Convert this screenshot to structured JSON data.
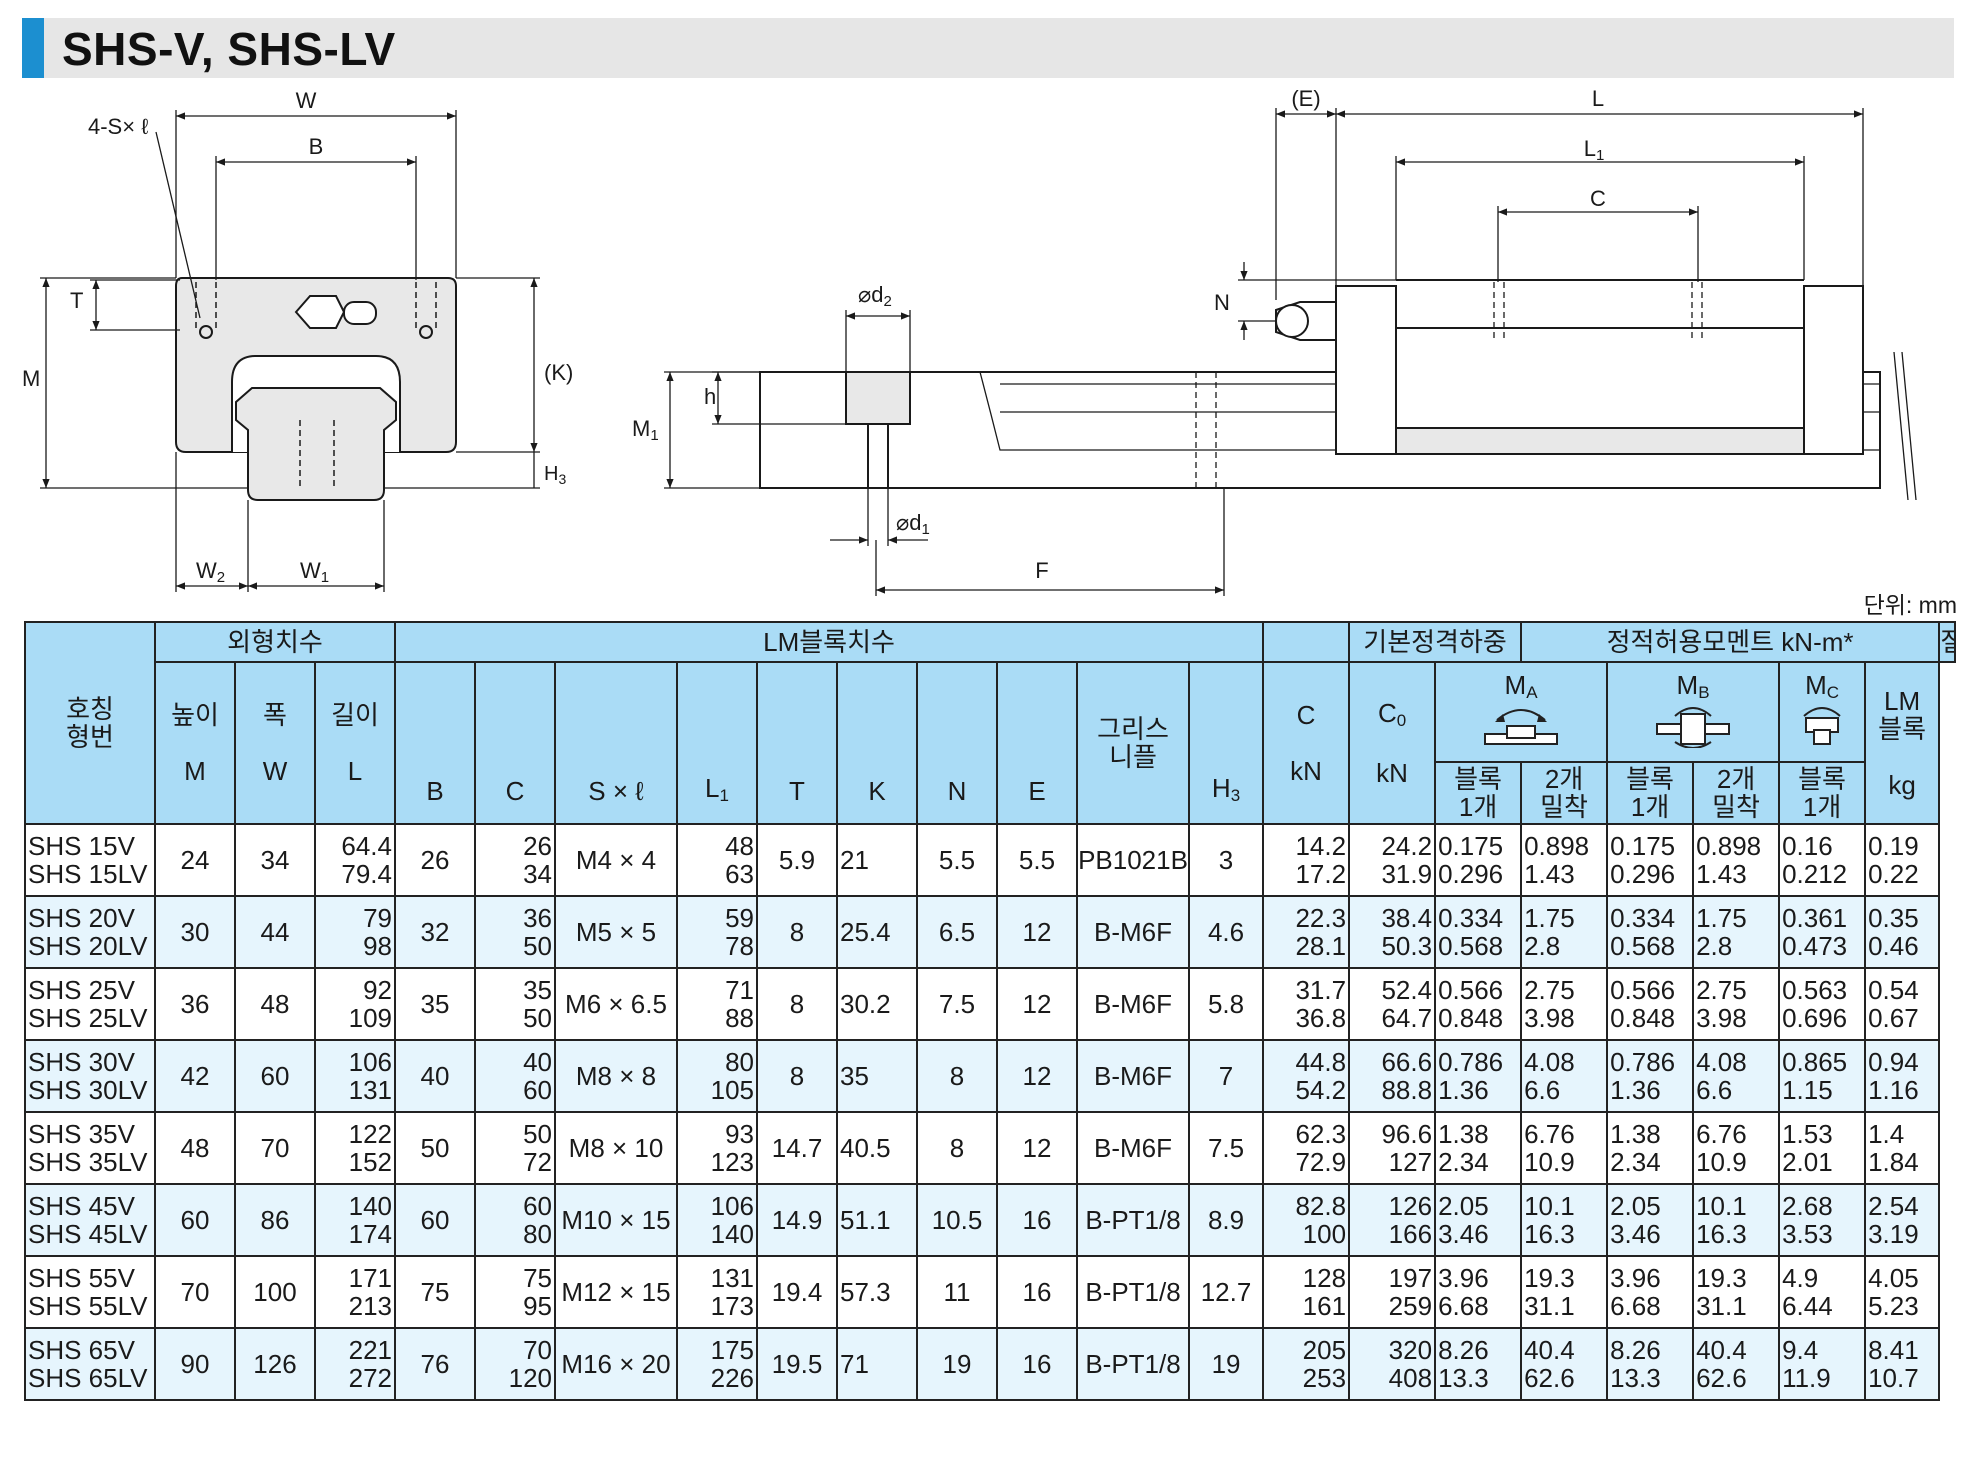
{
  "title": "SHS-V, SHS-LV",
  "unit_label": "단위: mm",
  "drawing_labels": {
    "W": "W",
    "B": "B",
    "S": "4-S× ℓ",
    "T": "T",
    "M": "M",
    "K": "(K)",
    "H3": "H",
    "H3_sub": "3",
    "W2": "W",
    "W2_sub": "2",
    "W1": "W",
    "W1_sub": "1",
    "d2": "⌀d",
    "d2_sub": "2",
    "h": "h",
    "M1": "M",
    "M1_sub": "1",
    "d1": "⌀d",
    "d1_sub": "1",
    "F": "F",
    "E": "(E)",
    "L": "L",
    "L1": "L",
    "L1_sub": "1",
    "C": "C",
    "N": "N"
  },
  "table": {
    "header": {
      "model": "호칭\n형번",
      "outer_dims": "외형치수",
      "block_dims": "LM블록치수",
      "load_rating": "기본정격하중",
      "moment": "정적허용모멘트 kN-m*",
      "mass": "질량",
      "height": "높이",
      "width": "폭",
      "length": "길이",
      "grease": "그리스\n니플",
      "col_M": "M",
      "col_W": "W",
      "col_L": "L",
      "col_B": "B",
      "col_C": "C",
      "col_S": "S × ℓ",
      "col_L1": "L",
      "col_L1_sub": "1",
      "col_T": "T",
      "col_K": "K",
      "col_N": "N",
      "col_E": "E",
      "col_H3": "H",
      "col_H3_sub": "3",
      "col_Crate": "C",
      "col_C0": "C",
      "col_C0_sub": "0",
      "kN1": "kN",
      "kN2": "kN",
      "MA": "M",
      "MA_sub": "A",
      "MB": "M",
      "MB_sub": "B",
      "MC": "M",
      "MC_sub": "C",
      "block1_a": "블록\n1개",
      "block2_a": "2개\n밀착",
      "block1_b": "블록\n1개",
      "block2_b": "2개\n밀착",
      "block1_c": "블록\n1개",
      "lm_block": "LM\n블록",
      "kg": "kg"
    },
    "rows": [
      {
        "model": "SHS 15V\nSHS 15LV",
        "M": "24",
        "W": "34",
        "L": "64.4\n79.4",
        "B": "26",
        "C": "26\n34",
        "S": "M4 × 4",
        "L1": "48\n63",
        "T": "5.9",
        "K": "21",
        "N": "5.5",
        "E": "5.5",
        "grease": "PB1021B",
        "H3": "3",
        "Cr": "14.2\n17.2",
        "C0": "24.2\n31.9",
        "MA1": "0.175\n0.296",
        "MA2": "0.898\n1.43",
        "MB1": "0.175\n0.296",
        "MB2": "0.898\n1.43",
        "MC1": "0.16\n0.212",
        "kg": "0.19\n0.22"
      },
      {
        "model": "SHS 20V\nSHS 20LV",
        "M": "30",
        "W": "44",
        "L": "79\n98",
        "B": "32",
        "C": "36\n50",
        "S": "M5 × 5",
        "L1": "59\n78",
        "T": "8",
        "K": "25.4",
        "N": "6.5",
        "E": "12",
        "grease": "B-M6F",
        "H3": "4.6",
        "Cr": "22.3\n28.1",
        "C0": "38.4\n50.3",
        "MA1": "0.334\n0.568",
        "MA2": "1.75\n2.8",
        "MB1": "0.334\n0.568",
        "MB2": "1.75\n2.8",
        "MC1": "0.361\n0.473",
        "kg": "0.35\n0.46"
      },
      {
        "model": "SHS 25V\nSHS 25LV",
        "M": "36",
        "W": "48",
        "L": "92\n109",
        "B": "35",
        "C": "35\n50",
        "S": "M6 × 6.5",
        "L1": "71\n88",
        "T": "8",
        "K": "30.2",
        "N": "7.5",
        "E": "12",
        "grease": "B-M6F",
        "H3": "5.8",
        "Cr": "31.7\n36.8",
        "C0": "52.4\n64.7",
        "MA1": "0.566\n0.848",
        "MA2": "2.75\n3.98",
        "MB1": "0.566\n0.848",
        "MB2": "2.75\n3.98",
        "MC1": "0.563\n0.696",
        "kg": "0.54\n0.67"
      },
      {
        "model": "SHS 30V\nSHS 30LV",
        "M": "42",
        "W": "60",
        "L": "106\n131",
        "B": "40",
        "C": "40\n60",
        "S": "M8 × 8",
        "L1": "80\n105",
        "T": "8",
        "K": "35",
        "N": "8",
        "E": "12",
        "grease": "B-M6F",
        "H3": "7",
        "Cr": "44.8\n54.2",
        "C0": "66.6\n88.8",
        "MA1": "0.786\n1.36",
        "MA2": "4.08\n6.6",
        "MB1": "0.786\n1.36",
        "MB2": "4.08\n6.6",
        "MC1": "0.865\n1.15",
        "kg": "0.94\n1.16"
      },
      {
        "model": "SHS 35V\nSHS 35LV",
        "M": "48",
        "W": "70",
        "L": "122\n152",
        "B": "50",
        "C": "50\n72",
        "S": "M8 × 10",
        "L1": "93\n123",
        "T": "14.7",
        "K": "40.5",
        "N": "8",
        "E": "12",
        "grease": "B-M6F",
        "H3": "7.5",
        "Cr": "62.3\n72.9",
        "C0": "96.6\n127",
        "MA1": "1.38\n2.34",
        "MA2": "6.76\n10.9",
        "MB1": "1.38\n2.34",
        "MB2": "6.76\n10.9",
        "MC1": "1.53\n2.01",
        "kg": "1.4\n1.84"
      },
      {
        "model": "SHS 45V\nSHS 45LV",
        "M": "60",
        "W": "86",
        "L": "140\n174",
        "B": "60",
        "C": "60\n80",
        "S": "M10 × 15",
        "L1": "106\n140",
        "T": "14.9",
        "K": "51.1",
        "N": "10.5",
        "E": "16",
        "grease": "B-PT1/8",
        "H3": "8.9",
        "Cr": "82.8\n100",
        "C0": "126\n166",
        "MA1": "2.05\n3.46",
        "MA2": "10.1\n16.3",
        "MB1": "2.05\n3.46",
        "MB2": "10.1\n16.3",
        "MC1": "2.68\n3.53",
        "kg": "2.54\n3.19"
      },
      {
        "model": "SHS 55V\nSHS 55LV",
        "M": "70",
        "W": "100",
        "L": "171\n213",
        "B": "75",
        "C": "75\n95",
        "S": "M12 × 15",
        "L1": "131\n173",
        "T": "19.4",
        "K": "57.3",
        "N": "11",
        "E": "16",
        "grease": "B-PT1/8",
        "H3": "12.7",
        "Cr": "128\n161",
        "C0": "197\n259",
        "MA1": "3.96\n6.68",
        "MA2": "19.3\n31.1",
        "MB1": "3.96\n6.68",
        "MB2": "19.3\n31.1",
        "MC1": "4.9\n6.44",
        "kg": "4.05\n5.23"
      },
      {
        "model": "SHS 65V\nSHS 65LV",
        "M": "90",
        "W": "126",
        "L": "221\n272",
        "B": "76",
        "C": "70\n120",
        "S": "M16 × 20",
        "L1": "175\n226",
        "T": "19.5",
        "K": "71",
        "N": "19",
        "E": "16",
        "grease": "B-PT1/8",
        "H3": "19",
        "Cr": "205\n253",
        "C0": "320\n408",
        "MA1": "8.26\n13.3",
        "MA2": "40.4\n62.6",
        "MB1": "8.26\n13.3",
        "MB2": "40.4\n62.6",
        "MC1": "9.4\n11.9",
        "kg": "8.41\n10.7"
      }
    ]
  },
  "colors": {
    "accent": "#1c8fd0",
    "header_bg": "#aadcf6",
    "alt_row_bg": "#e6f5fd",
    "title_bg": "#e6e6e6"
  }
}
